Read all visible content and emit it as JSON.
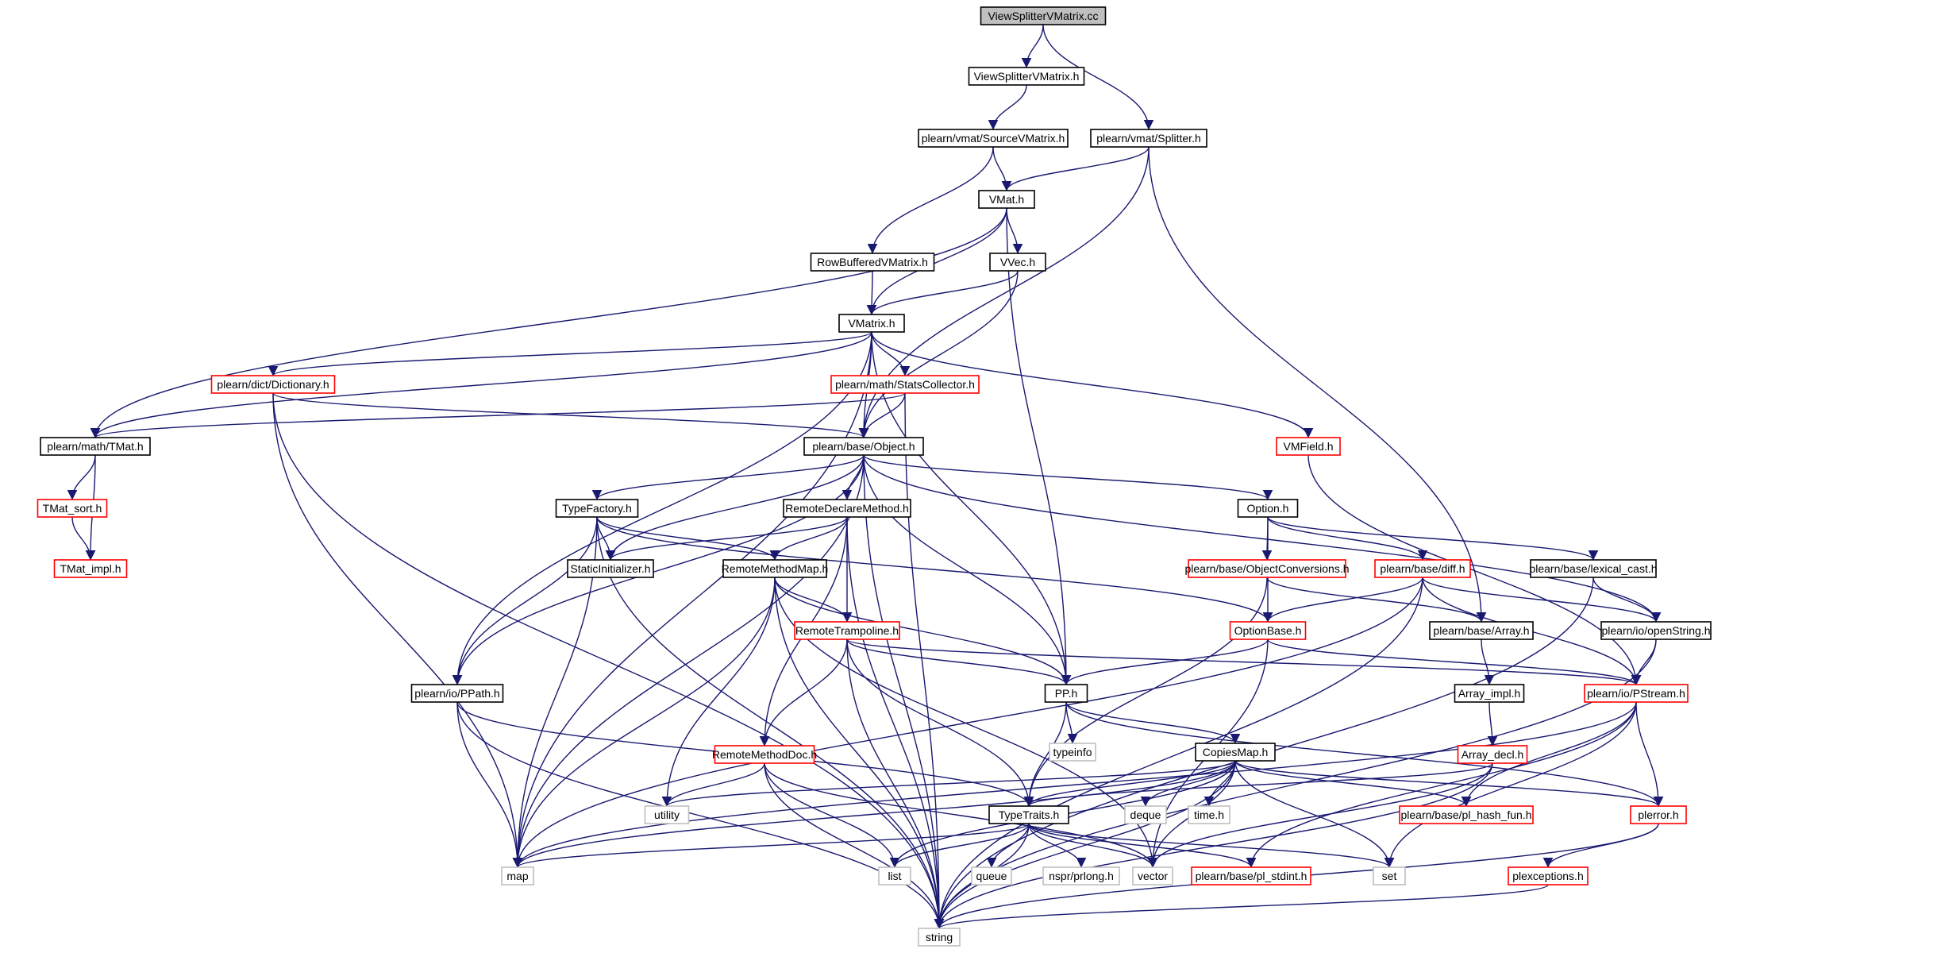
{
  "graph": {
    "nodes": [
      {
        "id": "vsm_cc",
        "label": "ViewSplitterVMatrix.cc",
        "style": "root"
      },
      {
        "id": "vsm_h",
        "label": "ViewSplitterVMatrix.h",
        "style": "black"
      },
      {
        "id": "svm",
        "label": "plearn/vmat/SourceVMatrix.h",
        "style": "black"
      },
      {
        "id": "splitter",
        "label": "plearn/vmat/Splitter.h",
        "style": "black"
      },
      {
        "id": "vmat",
        "label": "VMat.h",
        "style": "black"
      },
      {
        "id": "rbvm",
        "label": "RowBufferedVMatrix.h",
        "style": "black"
      },
      {
        "id": "vvec",
        "label": "VVec.h",
        "style": "black"
      },
      {
        "id": "vmatrix",
        "label": "VMatrix.h",
        "style": "black"
      },
      {
        "id": "dict",
        "label": "plearn/dict/Dictionary.h",
        "style": "red"
      },
      {
        "id": "stats",
        "label": "plearn/math/StatsCollector.h",
        "style": "red"
      },
      {
        "id": "tmat",
        "label": "plearn/math/TMat.h",
        "style": "black"
      },
      {
        "id": "object",
        "label": "plearn/base/Object.h",
        "style": "black"
      },
      {
        "id": "vmfield",
        "label": "VMField.h",
        "style": "red"
      },
      {
        "id": "tmat_sort",
        "label": "TMat_sort.h",
        "style": "red"
      },
      {
        "id": "tmat_impl",
        "label": "TMat_impl.h",
        "style": "red"
      },
      {
        "id": "typefactory",
        "label": "TypeFactory.h",
        "style": "black"
      },
      {
        "id": "rdm",
        "label": "RemoteDeclareMethod.h",
        "style": "black"
      },
      {
        "id": "option",
        "label": "Option.h",
        "style": "black"
      },
      {
        "id": "staticinit",
        "label": "StaticInitializer.h",
        "style": "black"
      },
      {
        "id": "rmm",
        "label": "RemoteMethodMap.h",
        "style": "black"
      },
      {
        "id": "objconv",
        "label": "plearn/base/ObjectConversions.h",
        "style": "red"
      },
      {
        "id": "diff",
        "label": "plearn/base/diff.h",
        "style": "red"
      },
      {
        "id": "lexcast",
        "label": "plearn/base/lexical_cast.h",
        "style": "black"
      },
      {
        "id": "rtramp",
        "label": "RemoteTrampoline.h",
        "style": "red"
      },
      {
        "id": "optionbase",
        "label": "OptionBase.h",
        "style": "red"
      },
      {
        "id": "array",
        "label": "plearn/base/Array.h",
        "style": "black"
      },
      {
        "id": "openstring",
        "label": "plearn/io/openString.h",
        "style": "black"
      },
      {
        "id": "ppath",
        "label": "plearn/io/PPath.h",
        "style": "black"
      },
      {
        "id": "pp",
        "label": "PP.h",
        "style": "black"
      },
      {
        "id": "array_impl",
        "label": "Array_impl.h",
        "style": "black"
      },
      {
        "id": "pstream",
        "label": "plearn/io/PStream.h",
        "style": "red"
      },
      {
        "id": "typeinfo",
        "label": "typeinfo",
        "style": "grey"
      },
      {
        "id": "rmdoc",
        "label": "RemoteMethodDoc.h",
        "style": "red"
      },
      {
        "id": "copiesmap",
        "label": "CopiesMap.h",
        "style": "black"
      },
      {
        "id": "array_decl",
        "label": "Array_decl.h",
        "style": "red"
      },
      {
        "id": "utility",
        "label": "utility",
        "style": "grey"
      },
      {
        "id": "deque",
        "label": "deque",
        "style": "grey"
      },
      {
        "id": "time",
        "label": "time.h",
        "style": "grey"
      },
      {
        "id": "hashfun",
        "label": "plearn/base/pl_hash_fun.h",
        "style": "red"
      },
      {
        "id": "plerror",
        "label": "plerror.h",
        "style": "red"
      },
      {
        "id": "typetraits",
        "label": "TypeTraits.h",
        "style": "black"
      },
      {
        "id": "map",
        "label": "map",
        "style": "grey"
      },
      {
        "id": "list",
        "label": "list",
        "style": "grey"
      },
      {
        "id": "queue",
        "label": "queue",
        "style": "grey"
      },
      {
        "id": "prlong",
        "label": "nspr/prlong.h",
        "style": "grey"
      },
      {
        "id": "vector",
        "label": "vector",
        "style": "grey"
      },
      {
        "id": "stdint",
        "label": "plearn/base/pl_stdint.h",
        "style": "red"
      },
      {
        "id": "set",
        "label": "set",
        "style": "grey"
      },
      {
        "id": "plexceptions",
        "label": "plexceptions.h",
        "style": "red"
      },
      {
        "id": "string",
        "label": "string",
        "style": "grey"
      }
    ],
    "edges": [
      [
        "vsm_cc",
        "vsm_h"
      ],
      [
        "vsm_cc",
        "splitter"
      ],
      [
        "vsm_h",
        "svm"
      ],
      [
        "svm",
        "vmat"
      ],
      [
        "svm",
        "rbvm"
      ],
      [
        "splitter",
        "vmat"
      ],
      [
        "splitter",
        "object"
      ],
      [
        "splitter",
        "array"
      ],
      [
        "vmat",
        "vvec"
      ],
      [
        "vmat",
        "vmatrix"
      ],
      [
        "vmat",
        "tmat"
      ],
      [
        "vmat",
        "pp"
      ],
      [
        "rbvm",
        "vmatrix"
      ],
      [
        "vvec",
        "vmatrix"
      ],
      [
        "vvec",
        "object"
      ],
      [
        "vmatrix",
        "dict"
      ],
      [
        "vmatrix",
        "stats"
      ],
      [
        "vmatrix",
        "object"
      ],
      [
        "vmatrix",
        "vmfield"
      ],
      [
        "vmatrix",
        "tmat"
      ],
      [
        "vmatrix",
        "ppath"
      ],
      [
        "vmatrix",
        "pp"
      ],
      [
        "vmatrix",
        "map"
      ],
      [
        "dict",
        "object"
      ],
      [
        "dict",
        "map"
      ],
      [
        "dict",
        "string"
      ],
      [
        "stats",
        "object"
      ],
      [
        "stats",
        "tmat"
      ],
      [
        "stats",
        "string"
      ],
      [
        "tmat",
        "tmat_sort"
      ],
      [
        "tmat",
        "tmat_impl"
      ],
      [
        "tmat_sort",
        "tmat_impl"
      ],
      [
        "vmfield",
        "pstream"
      ],
      [
        "object",
        "typefactory"
      ],
      [
        "object",
        "rdm"
      ],
      [
        "object",
        "option"
      ],
      [
        "object",
        "staticinit"
      ],
      [
        "object",
        "ppath"
      ],
      [
        "object",
        "pp"
      ],
      [
        "object",
        "map"
      ],
      [
        "object",
        "string"
      ],
      [
        "object",
        "openstring"
      ],
      [
        "typefactory",
        "staticinit"
      ],
      [
        "typefactory",
        "rmm"
      ],
      [
        "typefactory",
        "optionbase"
      ],
      [
        "typefactory",
        "ppath"
      ],
      [
        "typefactory",
        "map"
      ],
      [
        "typefactory",
        "string"
      ],
      [
        "rdm",
        "rmm"
      ],
      [
        "rdm",
        "rtramp"
      ],
      [
        "rdm",
        "rmdoc"
      ],
      [
        "rdm",
        "staticinit"
      ],
      [
        "rdm",
        "string"
      ],
      [
        "option",
        "objconv"
      ],
      [
        "option",
        "diff"
      ],
      [
        "option",
        "lexcast"
      ],
      [
        "option",
        "optionbase"
      ],
      [
        "rmm",
        "rtramp"
      ],
      [
        "rmm",
        "pp"
      ],
      [
        "rmm",
        "map"
      ],
      [
        "rmm",
        "string"
      ],
      [
        "rmm",
        "utility"
      ],
      [
        "rmm",
        "vector"
      ],
      [
        "objconv",
        "array"
      ],
      [
        "objconv",
        "typetraits"
      ],
      [
        "diff",
        "optionbase"
      ],
      [
        "diff",
        "openstring"
      ],
      [
        "diff",
        "pstream"
      ],
      [
        "diff",
        "map"
      ],
      [
        "diff",
        "string"
      ],
      [
        "lexcast",
        "openstring"
      ],
      [
        "lexcast",
        "string"
      ],
      [
        "rtramp",
        "rmdoc"
      ],
      [
        "rtramp",
        "pp"
      ],
      [
        "rtramp",
        "typetraits"
      ],
      [
        "rtramp",
        "pstream"
      ],
      [
        "rtramp",
        "string"
      ],
      [
        "optionbase",
        "pp"
      ],
      [
        "optionbase",
        "pstream"
      ],
      [
        "optionbase",
        "vector"
      ],
      [
        "array",
        "array_impl"
      ],
      [
        "openstring",
        "pstream"
      ],
      [
        "openstring",
        "string"
      ],
      [
        "ppath",
        "typetraits"
      ],
      [
        "ppath",
        "map"
      ],
      [
        "ppath",
        "string"
      ],
      [
        "pp",
        "typeinfo"
      ],
      [
        "pp",
        "copiesmap"
      ],
      [
        "pp",
        "typetraits"
      ],
      [
        "pp",
        "plerror"
      ],
      [
        "array_impl",
        "array_decl"
      ],
      [
        "pstream",
        "map"
      ],
      [
        "pstream",
        "hashfun"
      ],
      [
        "pstream",
        "plerror"
      ],
      [
        "pstream",
        "stdint"
      ],
      [
        "pstream",
        "set"
      ],
      [
        "rmdoc",
        "utility"
      ],
      [
        "rmdoc",
        "list"
      ],
      [
        "rmdoc",
        "vector"
      ],
      [
        "rmdoc",
        "string"
      ],
      [
        "copiesmap",
        "utility"
      ],
      [
        "copiesmap",
        "deque"
      ],
      [
        "copiesmap",
        "time"
      ],
      [
        "copiesmap",
        "hashfun"
      ],
      [
        "copiesmap",
        "plerror"
      ],
      [
        "copiesmap",
        "typetraits"
      ],
      [
        "copiesmap",
        "map"
      ],
      [
        "copiesmap",
        "list"
      ],
      [
        "copiesmap",
        "vector"
      ],
      [
        "copiesmap",
        "set"
      ],
      [
        "copiesmap",
        "string"
      ],
      [
        "array_decl",
        "typetraits"
      ],
      [
        "array_decl",
        "vector"
      ],
      [
        "array_decl",
        "string"
      ],
      [
        "plerror",
        "plexceptions"
      ],
      [
        "plerror",
        "string"
      ],
      [
        "typetraits",
        "map"
      ],
      [
        "typetraits",
        "list"
      ],
      [
        "typetraits",
        "queue"
      ],
      [
        "typetraits",
        "prlong"
      ],
      [
        "typetraits",
        "vector"
      ],
      [
        "typetraits",
        "stdint"
      ],
      [
        "typetraits",
        "set"
      ],
      [
        "typetraits",
        "string"
      ],
      [
        "plexceptions",
        "string"
      ]
    ]
  }
}
